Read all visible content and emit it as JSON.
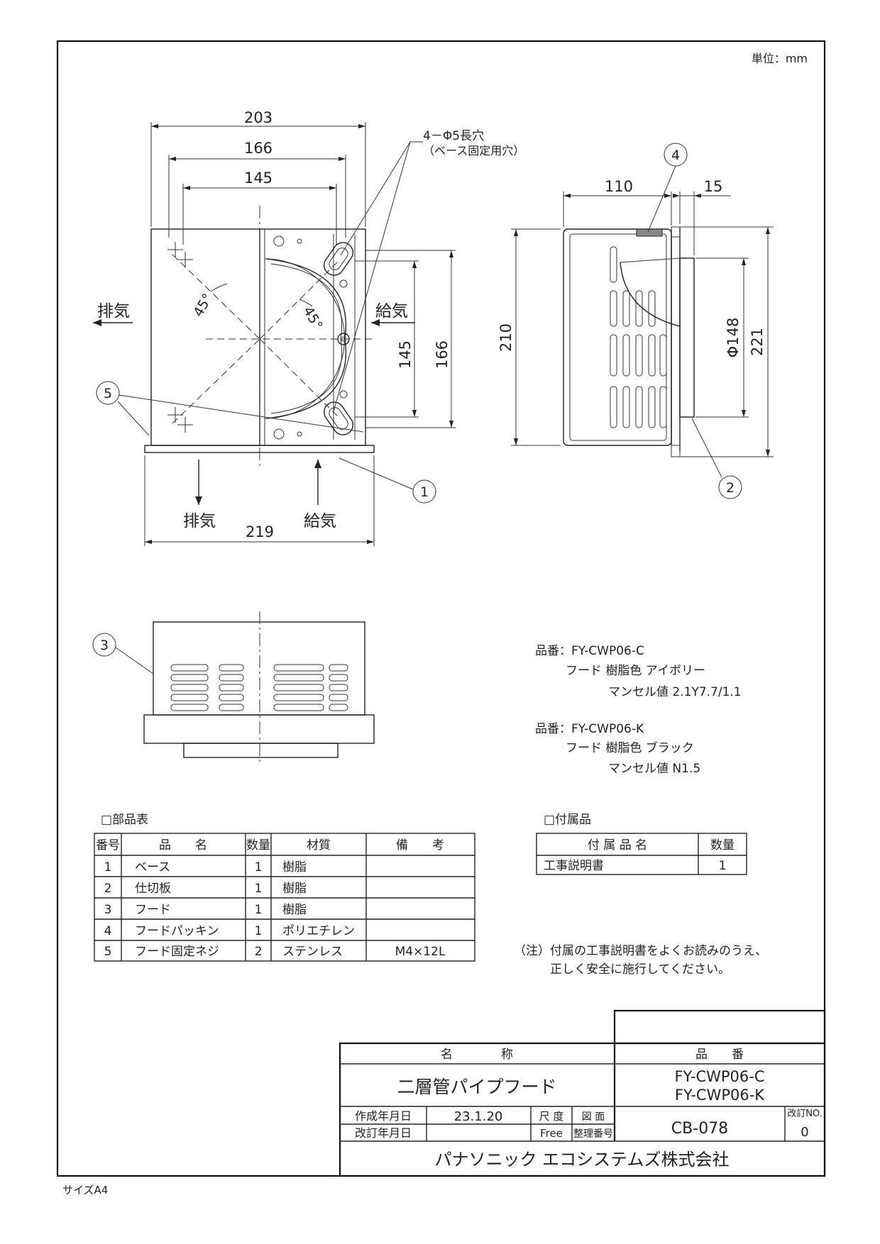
{
  "unit_label": "単位：mm",
  "size_label": "サイズA4",
  "front_view": {
    "dims": [
      "203",
      "166",
      "145",
      "145",
      "166",
      "219"
    ],
    "hole_note": [
      "4－Φ5長穴",
      "（ベース固定用穴）"
    ],
    "angle": "45°",
    "exhaust": "排気",
    "supply": "給気"
  },
  "side_view": {
    "dims": [
      "110",
      "15",
      "210",
      "Φ148",
      "221"
    ]
  },
  "callouts": [
    "1",
    "2",
    "3",
    "4",
    "5"
  ],
  "color_notes": [
    {
      "hinban": "品番：FY-CWP06-C",
      "material": "フード 樹脂色 アイボリー",
      "munsell": "マンセル値 2.1Y7.7/1.1"
    },
    {
      "hinban": "品番：FY-CWP06-K",
      "material": "フード 樹脂色 ブラック",
      "munsell": "マンセル値 N1.5"
    }
  ],
  "parts_table": {
    "title": "□部品表",
    "headers": [
      "番号",
      "品　　名",
      "数量",
      "材質",
      "備　　考"
    ],
    "rows": [
      [
        "1",
        "ベース",
        "1",
        "樹脂",
        ""
      ],
      [
        "2",
        "仕切板",
        "1",
        "樹脂",
        ""
      ],
      [
        "3",
        "フード",
        "1",
        "樹脂",
        ""
      ],
      [
        "4",
        "フードパッキン",
        "1",
        "ポリエチレン",
        ""
      ],
      [
        "5",
        "フード固定ネジ",
        "2",
        "ステンレス",
        "M4×12L"
      ]
    ]
  },
  "accessory_table": {
    "title": "□付属品",
    "headers": [
      "付 属 品 名",
      "数量"
    ],
    "rows": [
      [
        "工事説明書",
        "1"
      ]
    ]
  },
  "note": [
    "（注）付属の工事説明書をよくお読みのうえ、",
    "正しく安全に施行してください。"
  ],
  "title_block": {
    "name_header": "名　　　　称",
    "hinban_header": "品　　番",
    "product_name": "二層管パイプフード",
    "model_1": "FY-CWP06-C",
    "model_2": "FY-CWP06-K",
    "created_label": "作成年月日",
    "created_value": "23.1.20",
    "revised_label": "改訂年月日",
    "scale_label": "尺 度",
    "scale_value": "Free",
    "drawing_label": "図 面",
    "drawing_no_label": "整理番号",
    "drawing_no": "CB-078",
    "rev_label": "改訂NO.",
    "rev_value": "0",
    "company": "パナソニック エコシステムズ株式会社"
  }
}
